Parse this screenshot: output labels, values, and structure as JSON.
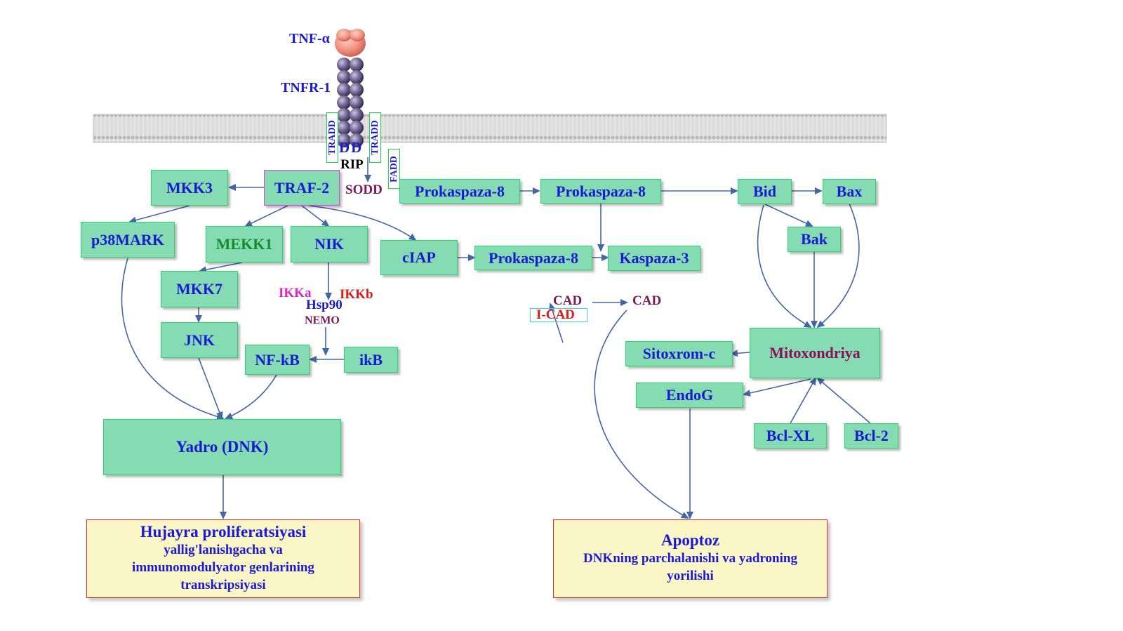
{
  "receptor": {
    "ligand": "TNF-α",
    "receptor": "TNFR-1",
    "adapter_left": "TRADD",
    "adapter_right": "TRADD",
    "adapter_fadd": "FADD",
    "dd_label": "DD",
    "rip": "RIP",
    "sodd": "SODD"
  },
  "nodes": {
    "mkk3": "MKK3",
    "traf2": "TRAF-2",
    "p38mark": "p38MARK",
    "mekk1": "MEKK1",
    "nik": "NIK",
    "mkk7": "MKK7",
    "jnk": "JNK",
    "nfkb": "NF-kB",
    "ikb": "ikB",
    "ciap": "cIAP",
    "prokaspaza8_a": "Prokaspaza-8",
    "prokaspaza8_b": "Prokaspaza-8",
    "prokaspaza8_c": "Prokaspaza-8",
    "kaspaza3": "Kaspaza-3",
    "bid": "Bid",
    "bax": "Bax",
    "bak": "Bak",
    "mitoxondriya": "Mitoxondriya",
    "sitoxrom": "Sitoxrom-c",
    "endog": "EndoG",
    "bclxl": "Bcl-XL",
    "bcl2": "Bcl-2",
    "yadro": "Yadro (DNK)"
  },
  "labels": {
    "ikka": "IKKa",
    "ikkb": "IKKb",
    "hsp90": "Hsp90",
    "nemo": "NEMO",
    "cad_left": "CAD",
    "cad_right": "CAD",
    "icad": "I-CAD"
  },
  "outputs": {
    "proliferation_title": "Hujayra proliferatsiyasi",
    "proliferation_line1": "yallig'lanishgacha va",
    "proliferation_line2": "immunomodulyator genlarining",
    "proliferation_line3": "transkripsiyasi",
    "apoptosis_title": "Apoptoz",
    "apoptosis_line1": "DNKning parchalanishi va yadroning",
    "apoptosis_line2": "yorilishi"
  },
  "colors": {
    "node_fill": "#86dcb2",
    "node_border": "#28d66a",
    "node_text": "#1a1ad2",
    "arrow": "#4466a8",
    "output_fill": "#fbf6c6",
    "output_border": "#e03030"
  }
}
